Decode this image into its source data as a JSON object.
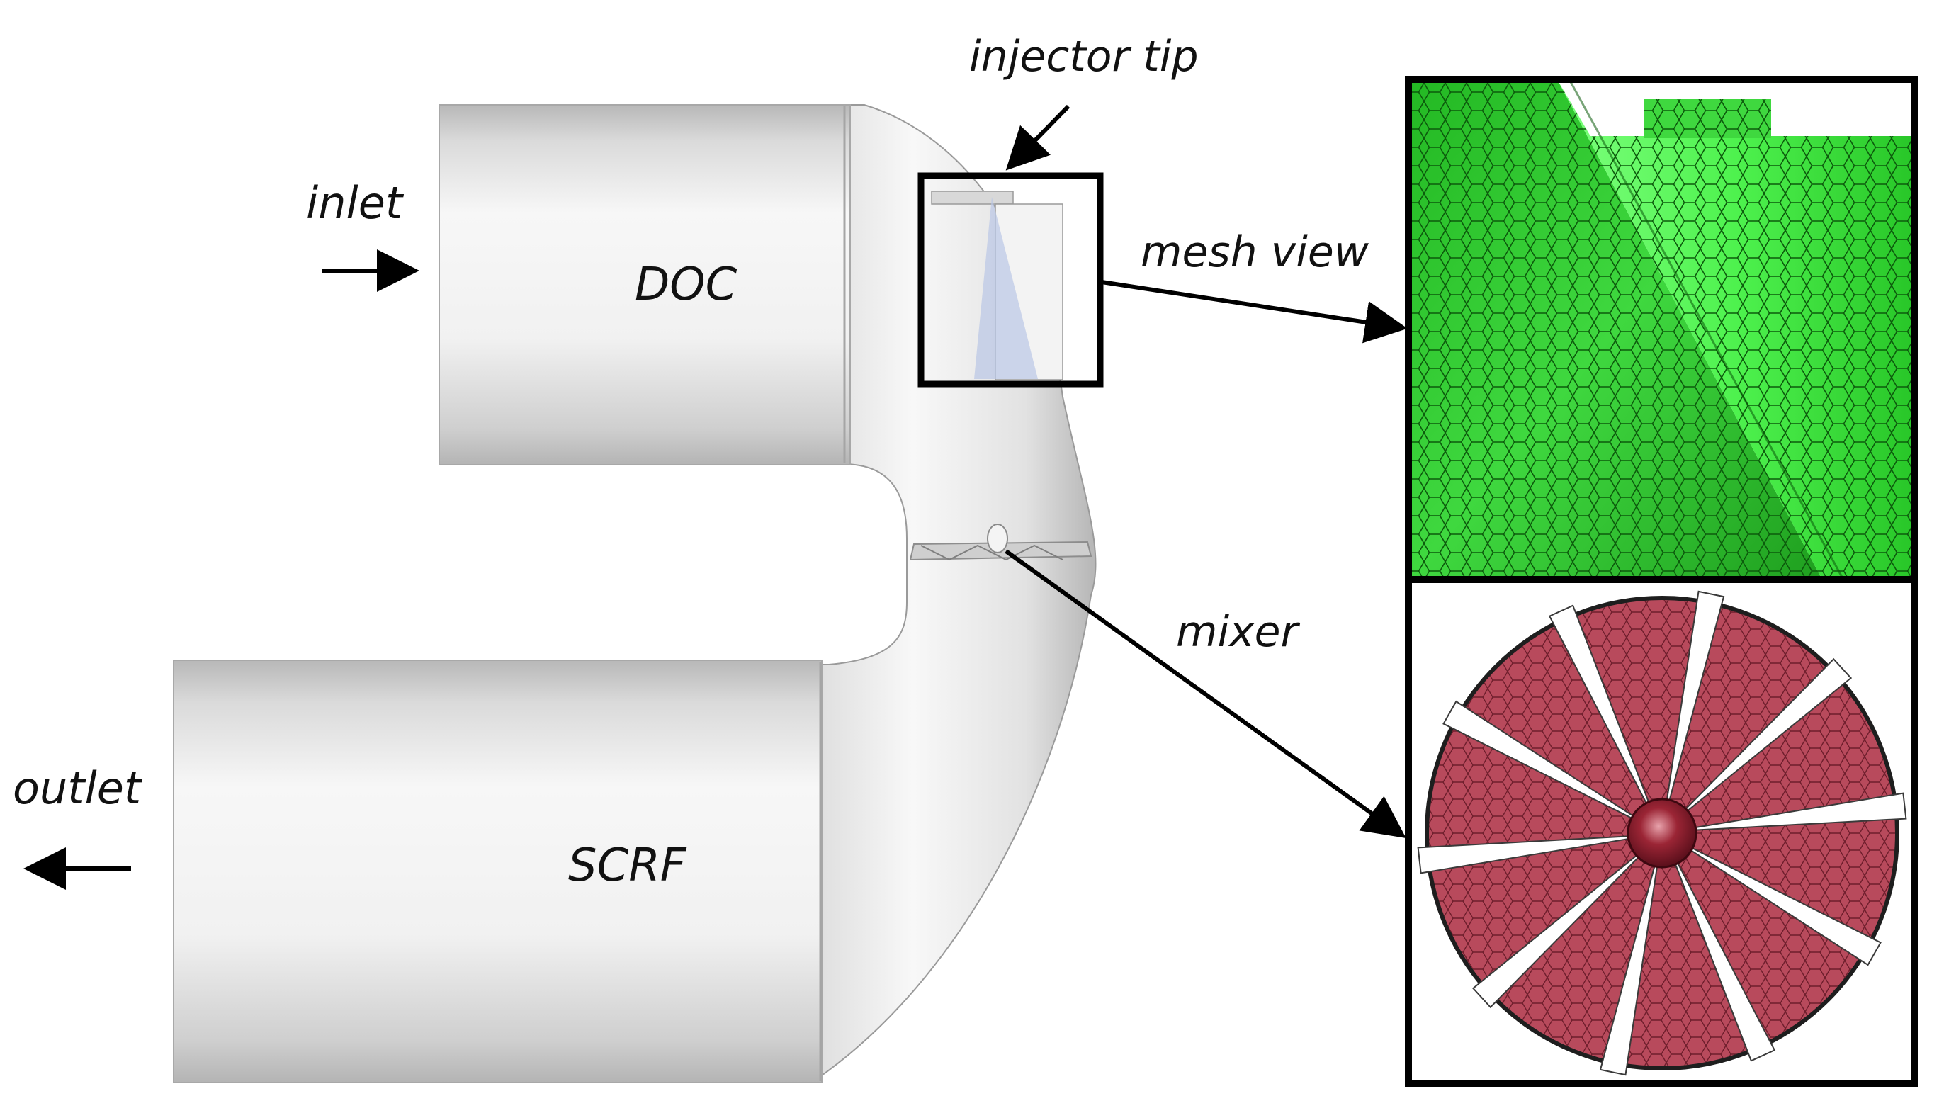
{
  "labels": {
    "inlet": "inlet",
    "outlet": "outlet",
    "doc": "DOC",
    "scrf": "SCRF",
    "injector_tip": "injector tip",
    "mesh_view": "mesh view",
    "mixer": "mixer"
  },
  "colors": {
    "pipe_light": "#f4f4f4",
    "pipe_mid": "#dcdcdc",
    "pipe_dark": "#b9b9b9",
    "mesh_green_light": "#5dff5d",
    "mesh_green_dark": "#1a9a1a",
    "mesh_edge": "#0e5a0e",
    "mixer_red": "#b84a5c",
    "mixer_edge": "#6e1e2c",
    "hub": "#8a1f2e",
    "spray": "#b9c6e6",
    "frame": "#000000"
  },
  "mixer": {
    "blade_count": 10
  }
}
